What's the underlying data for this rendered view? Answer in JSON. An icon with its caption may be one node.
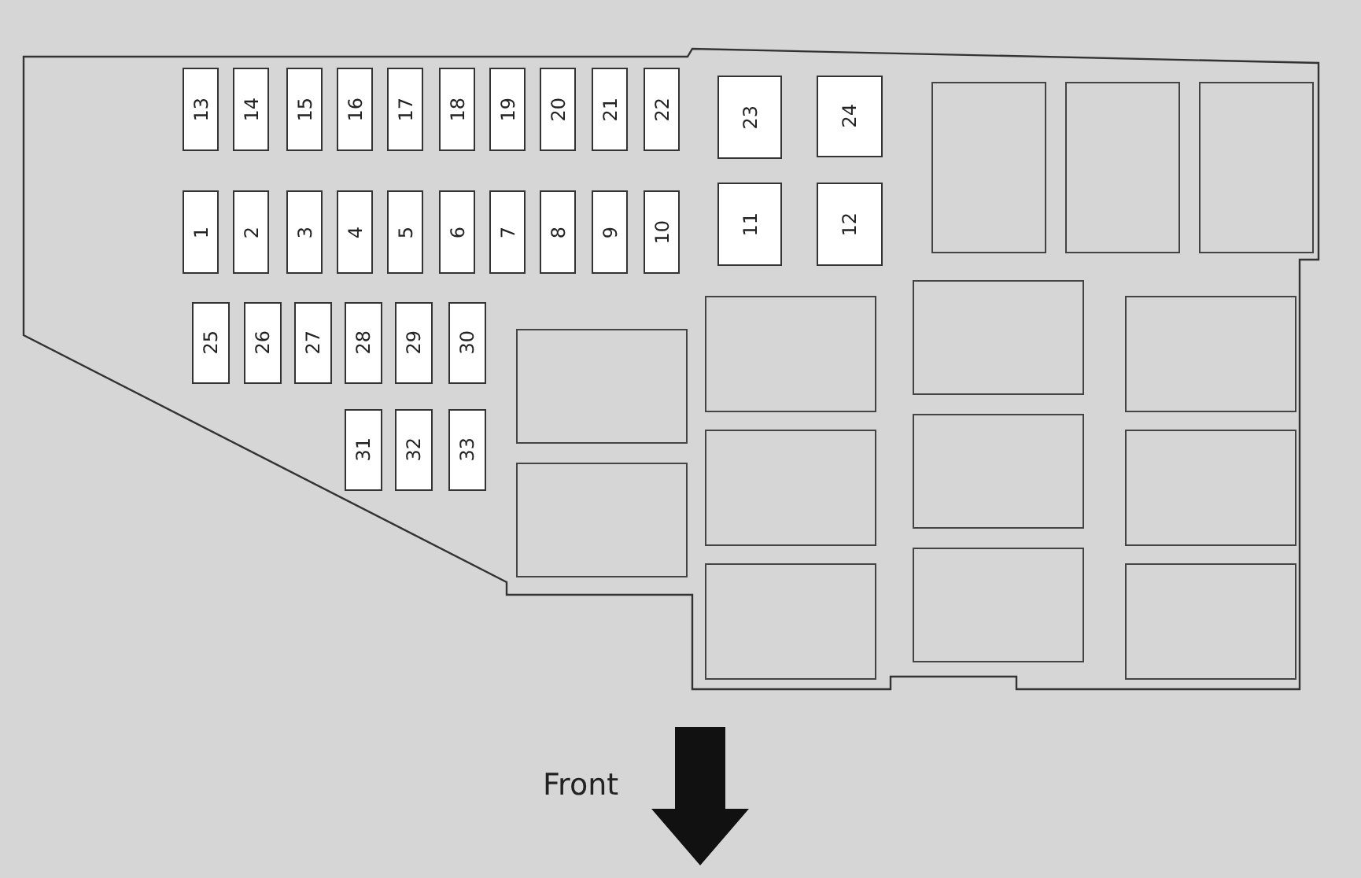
{
  "diagram": {
    "nodes": [
      {
        "text": [
          "13"
        ]
      },
      {
        "text": [
          "14"
        ]
      },
      {
        "text": [
          "15"
        ]
      },
      {
        "text": [
          "16"
        ]
      },
      {
        "text": [
          "17"
        ]
      },
      {
        "text": [
          "18"
        ]
      },
      {
        "text": [
          "19"
        ]
      },
      {
        "text": [
          "20"
        ]
      },
      {
        "text": [
          "21"
        ]
      },
      {
        "text": [
          "22"
        ]
      },
      {
        "text": [
          "23"
        ]
      },
      {
        "text": [
          "24"
        ]
      },
      {
        "text": [],
        "shape": "box"
      },
      {
        "text": [],
        "shape": "box"
      },
      {
        "text": [],
        "shape": "box"
      },
      {
        "text": [
          "1"
        ]
      },
      {
        "text": [
          "2"
        ]
      },
      {
        "text": [
          "3"
        ]
      },
      {
        "text": [
          "4"
        ]
      },
      {
        "text": [
          "5"
        ]
      },
      {
        "text": [
          "6"
        ]
      },
      {
        "text": [
          "7"
        ]
      },
      {
        "text": [
          "8"
        ]
      },
      {
        "text": [
          "9"
        ]
      },
      {
        "text": [
          "10"
        ]
      },
      {
        "text": [
          "11"
        ]
      },
      {
        "text": [
          "12"
        ]
      },
      {
        "text": [
          "25"
        ]
      },
      {
        "text": [
          "26"
        ]
      },
      {
        "text": [
          "27"
        ]
      },
      {
        "text": [
          "28"
        ]
      },
      {
        "text": [
          "29"
        ]
      },
      {
        "text": [
          "30"
        ]
      },
      {
        "text": [
          "31"
        ]
      },
      {
        "text": [
          "32"
        ]
      },
      {
        "text": [
          "33"
        ]
      },
      {
        "text": [],
        "shape": "box"
      },
      {
        "text": [],
        "shape": "box"
      },
      {
        "text": [],
        "shape": "box"
      },
      {
        "text": [],
        "shape": "box"
      },
      {
        "text": [],
        "shape": "box"
      },
      {
        "text": [],
        "shape": "box"
      },
      {
        "text": [],
        "shape": "box"
      },
      {
        "text": [],
        "shape": "box"
      },
      {
        "text": [],
        "shape": "box"
      },
      {
        "text": [],
        "shape": "box"
      },
      {
        "text": [],
        "shape": "box"
      }
    ],
    "labels": [
      "Front"
    ]
  }
}
